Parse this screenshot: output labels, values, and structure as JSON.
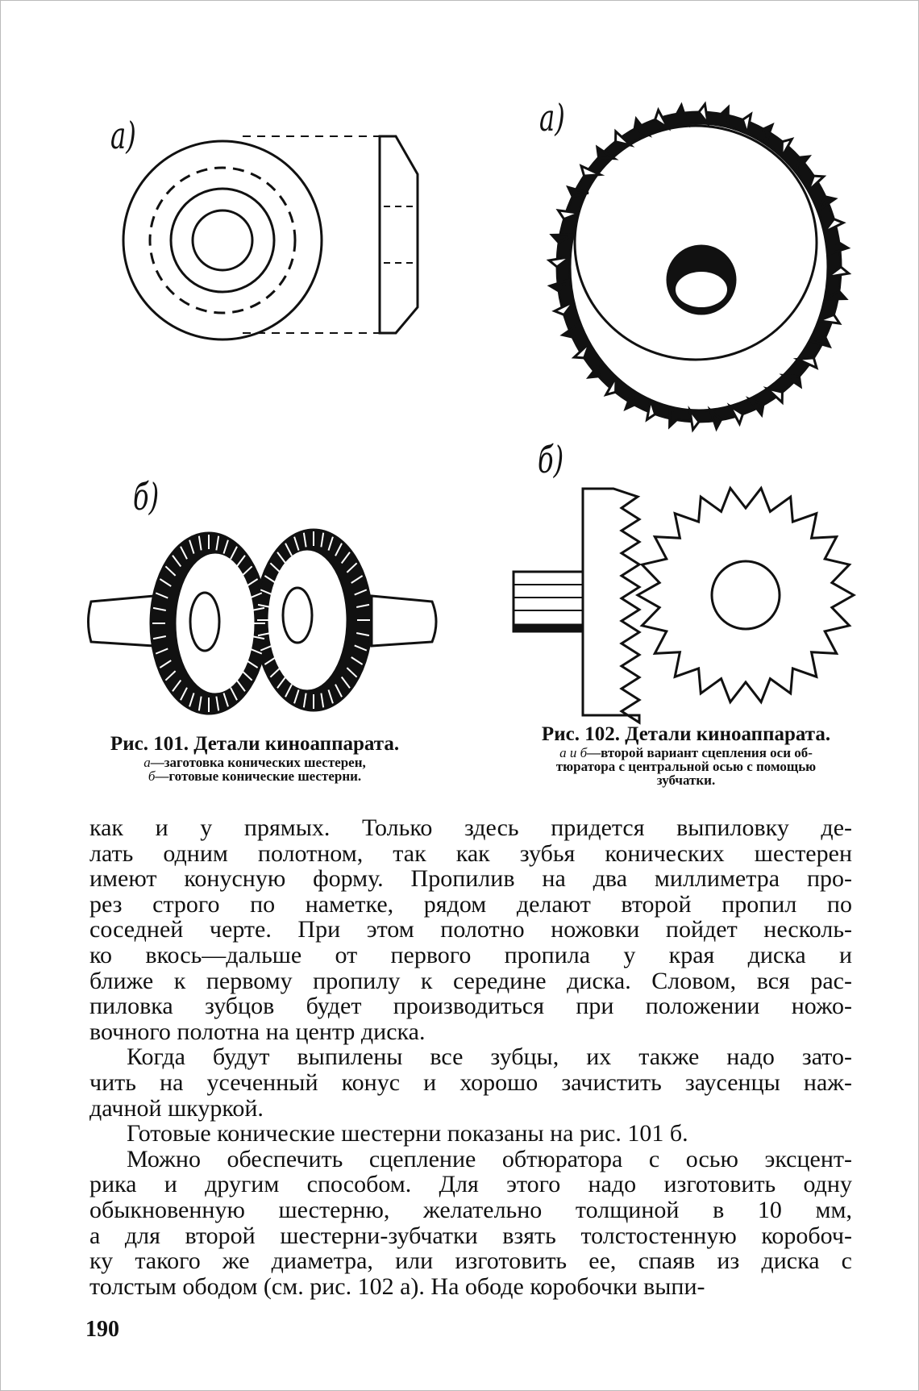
{
  "figures": {
    "fig101": {
      "label_a": "а)",
      "label_b": "б)",
      "title": "Рис. 101. Детали киноаппарата.",
      "caption_a_letter": "а",
      "caption_a": "—заготовка конических шестерен,",
      "caption_b_letter": "б",
      "caption_b": "—готовые конические шестерни."
    },
    "fig102": {
      "label_a": "а)",
      "label_b": "б)",
      "title": "Рис. 102. Детали киноаппарата.",
      "caption_letters": "а и б",
      "caption_line1": "—второй вариант сцепления оси об-",
      "caption_line2": "тюратора с центральной осью с помощью",
      "caption_line3": "зубчатки."
    }
  },
  "paragraphs": [
    {
      "indent": false,
      "lines": [
        "как и у прямых. Только здесь придется выпиловку де-",
        "лать одним полотном, так как зубья конических шестерен",
        "имеют конусную форму. Пропилив на два миллиметра про-",
        "рез строго по наметке, рядом делают второй пропил по",
        "соседней черте. При этом полотно ножовки пойдет несколь-",
        "ко вкось—дальше от первого пропила у края диска и",
        "ближе к первому пропилу к середине диска. Словом, вся рас-",
        "пиловка зубцов будет производиться при положении ножо-",
        "вочного полотна на центр диска."
      ]
    },
    {
      "indent": true,
      "lines": [
        "Когда будут выпилены все зубцы, их также надо зато-",
        "чить на усеченный конус и хорошо зачистить заусенцы наж-",
        "дачной шкуркой."
      ]
    },
    {
      "indent": true,
      "lines": [
        "Готовые конические шестерни показаны на рис. 101 б."
      ]
    },
    {
      "indent": true,
      "lines": [
        "Можно обеспечить сцепление обтюратора с осью эксцент-",
        "рика и другим способом. Для этого надо изготовить одну",
        "обыкновенную шестерню, желательно толщиной в 10 мм,",
        "а для второй шестерни-зубчатки взять толстостенную коробоч-",
        "ку такого же диаметра, или изготовить ее, спаяв из диска с",
        "толстым ободом (см. рис. 102 а). На ободе коробочки выпи-"
      ]
    }
  ],
  "page_number": "190",
  "colors": {
    "ink": "#111111",
    "paper": "#ffffff"
  }
}
